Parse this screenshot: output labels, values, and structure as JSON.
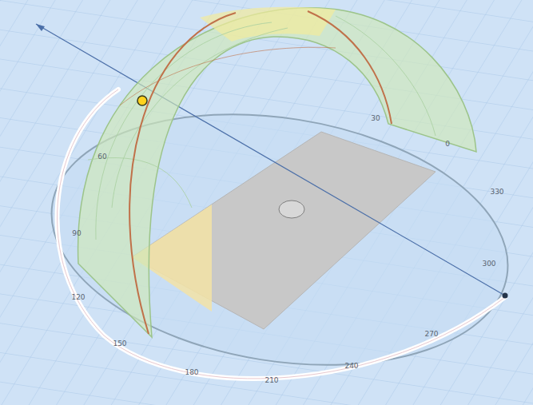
{
  "diagram": {
    "labels": [
      "90",
      "120",
      "150",
      "180",
      "210",
      "240",
      "270",
      "300",
      "330",
      "0",
      "30",
      "60"
    ]
  }
}
